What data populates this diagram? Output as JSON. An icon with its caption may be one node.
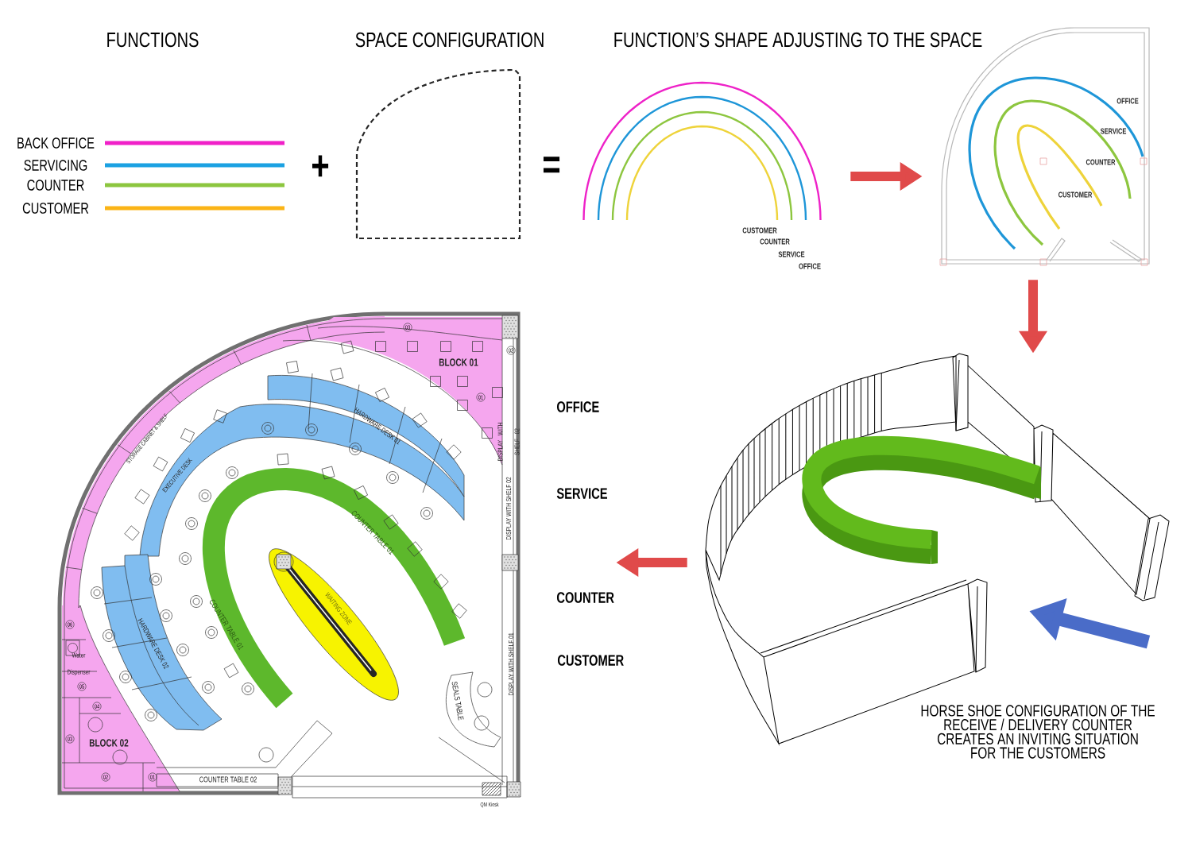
{
  "diagram": {
    "nodes": [
      {
        "text": [],
        "shape": "picture"
      },
      {
        "text": [
          "CUSTOMER",
          "COUNTER",
          "SERVICE",
          "OFFICE"
        ]
      },
      {
        "text": [
          "OFFICE",
          "SERVICE",
          "COUNTER",
          "CUSTOMER"
        ]
      },
      {
        "text": [
          "HORSE SHOE CONFIGURATION OF THE RECEIVE / DELIVERY COUNTER CREATES AN INVITING SITUATION FOR THE CUSTOMERS"
        ]
      },
      {
        "text": [
          "03",
          "BLOCK 01",
          "02",
          "01",
          "STORAGE CABINET & SHELF",
          "HARDWARE DESK 01",
          "DISPLAY WITH SHELF 02",
          "EXECUTIVE DESK",
          "COUNTER TABLE 01",
          "DISPLAY WITH SHELF 02",
          "WAITING ZONE",
          "COUNTER TABLE 01",
          "HARDWARE DESK 02",
          "06",
          "Water Dispenser",
          "05",
          "04",
          "BLOCK 02",
          "03",
          "DISPLAY WITH SHELF 01",
          "SEALS TABLE",
          "02",
          "01",
          "COUNTER TABLE 02",
          "QM Kiosk"
        ],
        "beside": [
          "OFFICE",
          "SERVICE",
          "COUNTER",
          "CUSTOMER"
        ]
      }
    ],
    "edges": [
      {
        "from": 1,
        "to": 2,
        "arrow": "to"
      },
      {
        "from": 2,
        "to": 3,
        "arrow": "to"
      },
      {
        "from": 3,
        "to": 4,
        "arrow": "to"
      }
    ],
    "labels": [
      "FUNCTIONS",
      "SPACE CONFIGURATION",
      "FUNCTION’S SHAPE ADJUSTING TO THE SPACE",
      "+",
      "="
    ],
    "legend": [
      {
        "text": "BACK OFFICE",
        "color": "#f021c8"
      },
      {
        "text": "SERVICING",
        "color": "#1ba1e2"
      },
      {
        "text": "COUNTER",
        "color": "#8cc63f"
      },
      {
        "text": "CUSTOMER",
        "color": "#fbb416"
      }
    ]
  }
}
